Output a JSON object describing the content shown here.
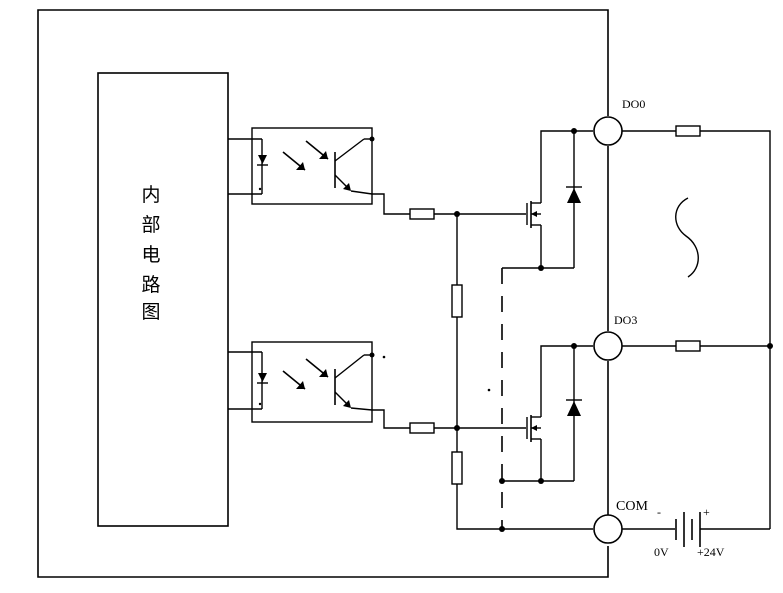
{
  "internal_block": {
    "label_chars": [
      "内",
      "部",
      "电",
      "路",
      "图"
    ]
  },
  "terminals": {
    "d00": "DO0",
    "d03": "DO3",
    "com": "COM"
  },
  "battery": {
    "minus": "-",
    "plus": "+",
    "left_voltage": "0V",
    "right_voltage": "+24V"
  }
}
